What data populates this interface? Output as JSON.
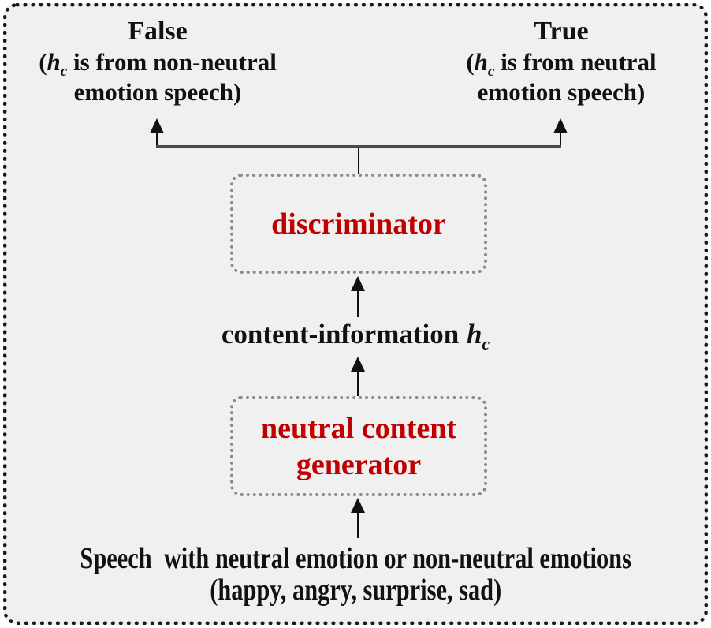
{
  "colors": {
    "panel_background": "#F0F0F0",
    "outer_border": "#1A1A1A",
    "node_border": "#8A8A8A",
    "node_text_red": "#C00000",
    "text_black": "#111111",
    "connector_gray": "#4A4A4A"
  },
  "outputs": {
    "false": {
      "title": "False",
      "detail_open": "(",
      "variable": "h",
      "subscript": "c",
      "detail_rest": " is from non-neutral",
      "detail_line2": "emotion speech)"
    },
    "true": {
      "title": "True",
      "detail_open": "(",
      "variable": "h",
      "subscript": "c",
      "detail_rest": " is from neutral",
      "detail_line2": "emotion speech)"
    }
  },
  "nodes": {
    "discriminator": {
      "label": "discriminator"
    },
    "generator": {
      "label_line1": "neutral content",
      "label_line2": "generator"
    }
  },
  "signals": {
    "content_information": {
      "text": "content-information",
      "variable": "h",
      "subscript": "c"
    }
  },
  "input": {
    "line1": "Speech  with neutral emotion or non-neutral emotions",
    "line2": "(happy, angry, surprise, sad)"
  }
}
